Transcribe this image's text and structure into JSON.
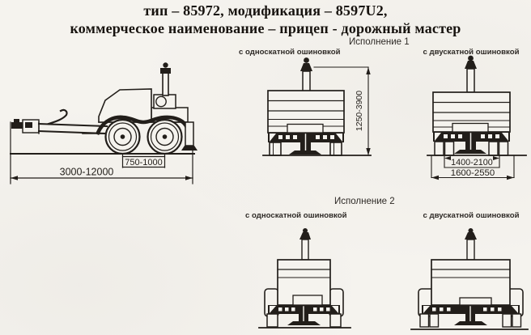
{
  "document": {
    "title_line1": "тип – 85972, модификация – 8597U2,",
    "title_line2": "коммерческое наименование – прицеп - дорожный мастер"
  },
  "variant1": {
    "heading": "Исполнение 1",
    "single_tire_label": "с односкатной ошиновкой",
    "dual_tire_label": "с двускатной ошиновкой",
    "dims": {
      "height": "1250-3900",
      "track": "1400-2100",
      "width": "1600-2550"
    }
  },
  "variant2": {
    "heading": "Исполнение 2",
    "single_tire_label": "с односкатной ошиновкой",
    "dual_tire_label": "с двускатной ошиновкой"
  },
  "side_view": {
    "axle_base": "750-1000",
    "length": "3000-12000"
  },
  "colors": {
    "ink": "#221e1a",
    "paper": "#f5f3ee"
  }
}
